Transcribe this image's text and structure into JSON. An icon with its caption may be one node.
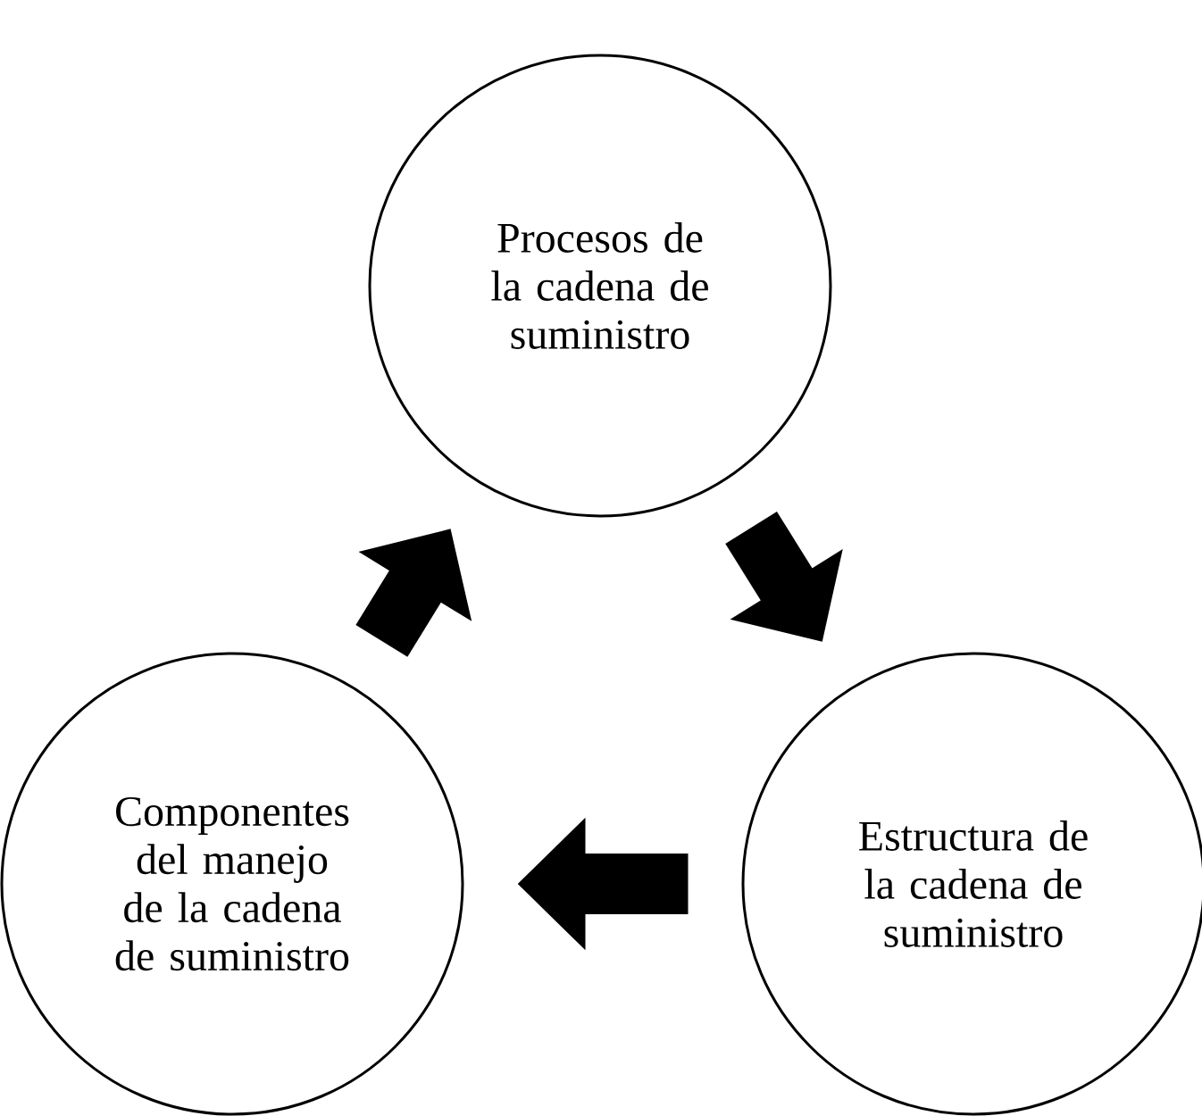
{
  "diagram": {
    "nodes": [
      {
        "text": [
          "Procesos de la cadena de suministro"
        ]
      },
      {
        "text": [
          "Estructura de la cadena de suministro"
        ]
      },
      {
        "text": [
          "Componentes del manejo de la cadena de suministro"
        ]
      }
    ],
    "edges": [
      {
        "from": 0,
        "to": 1,
        "arrow": "to"
      },
      {
        "from": 1,
        "to": 2,
        "arrow": "to"
      },
      {
        "from": 2,
        "to": 0,
        "arrow": "to"
      }
    ]
  }
}
